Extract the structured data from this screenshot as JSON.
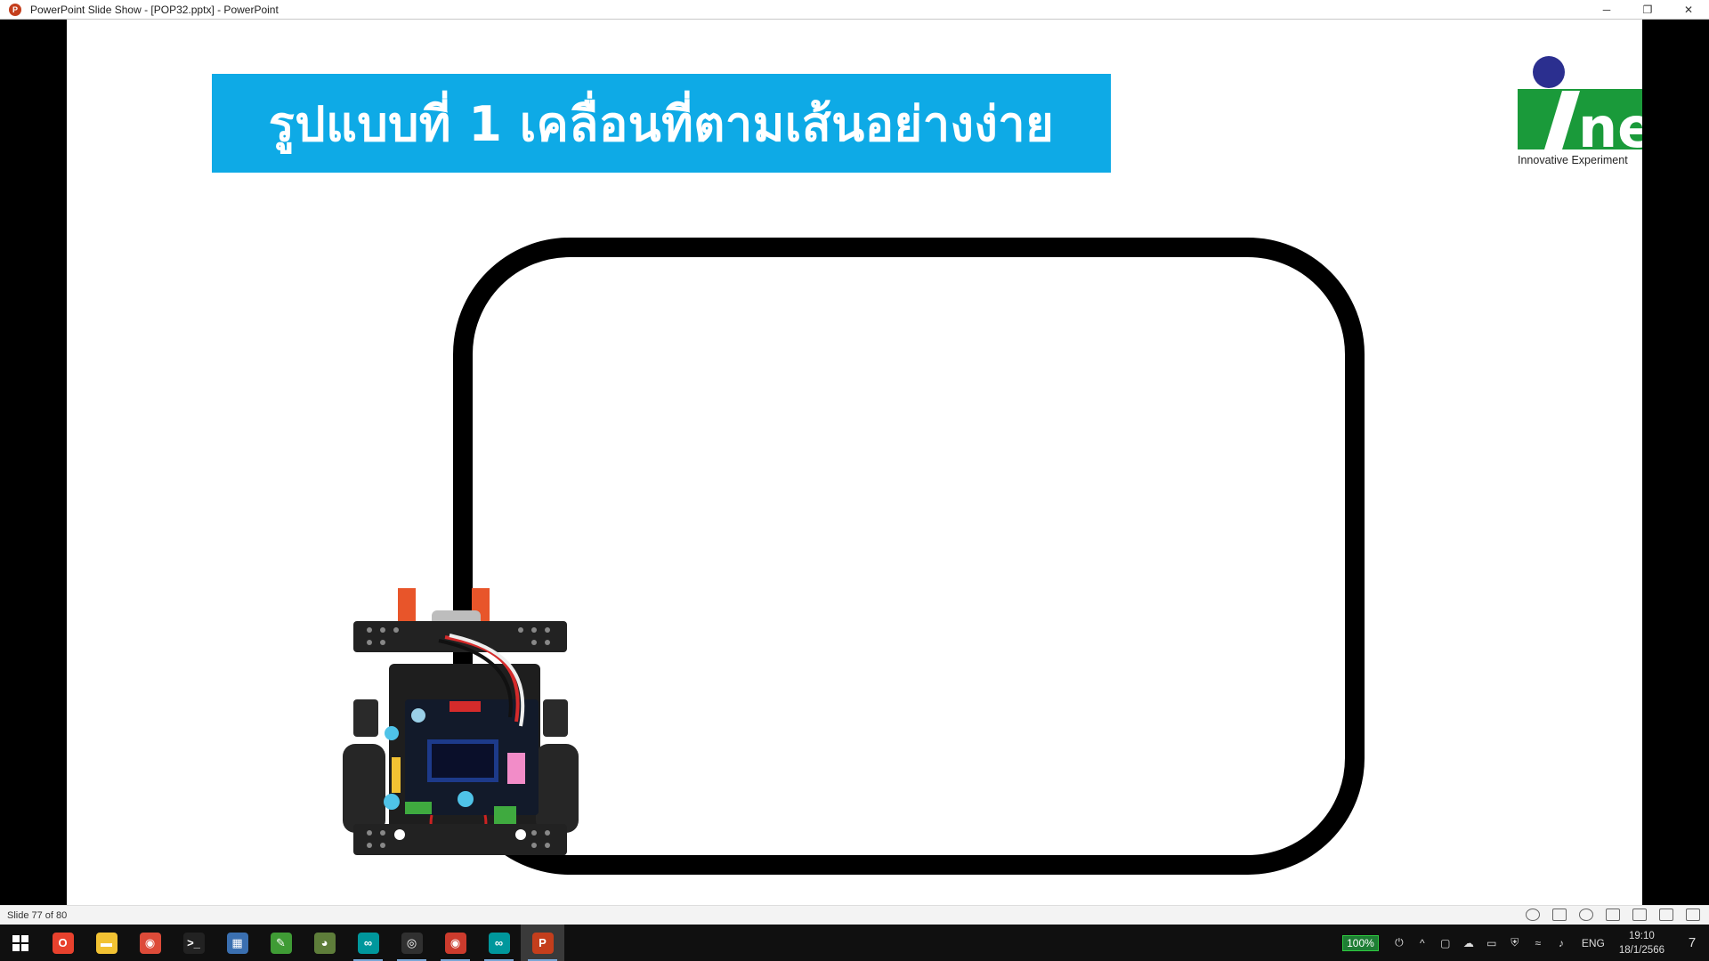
{
  "window": {
    "title": "PowerPoint Slide Show - [POP32.pptx] - PowerPoint",
    "minimize": "─",
    "restore": "❐",
    "close": "✕"
  },
  "slide": {
    "heading": "รูปแบบที่ 1 เคลื่อนที่ตามเส้นอย่างง่าย",
    "logo_text": "nex",
    "logo_tagline": "Innovative Experiment",
    "title_color": "#0eaae6",
    "logo_green": "#1a9a3a",
    "logo_navy": "#2b2f8f"
  },
  "statusbar": {
    "slide_indicator": "Slide 77 of 80"
  },
  "taskbar": {
    "apps": [
      {
        "name": "office-app-icon",
        "glyph": "O",
        "color": "#e8412d"
      },
      {
        "name": "file-explorer-icon",
        "glyph": "▬",
        "color": "#f2c233"
      },
      {
        "name": "chrome-icon",
        "glyph": "◉",
        "color": "#dd4b39"
      },
      {
        "name": "terminal-icon",
        "glyph": ">_",
        "color": "#222222"
      },
      {
        "name": "calculator-icon",
        "glyph": "▦",
        "color": "#3a6fb0"
      },
      {
        "name": "notes-app-icon",
        "glyph": "✎",
        "color": "#3f9b35"
      },
      {
        "name": "mascot-app-icon",
        "glyph": "◕",
        "color": "#5e7d3a"
      },
      {
        "name": "arduino-icon",
        "glyph": "∞",
        "color": "#00979c"
      },
      {
        "name": "obs-icon",
        "glyph": "◎",
        "color": "#303030"
      },
      {
        "name": "chrome-profile-icon",
        "glyph": "◉",
        "color": "#cc3b2d"
      },
      {
        "name": "arduino-ide-icon",
        "glyph": "∞",
        "color": "#00979c"
      },
      {
        "name": "powerpoint-icon",
        "glyph": "P",
        "color": "#c43e1c"
      }
    ],
    "battery": "100%",
    "language": "ENG",
    "time": "19:10",
    "date": "18/1/2566",
    "notification_count": "7"
  }
}
